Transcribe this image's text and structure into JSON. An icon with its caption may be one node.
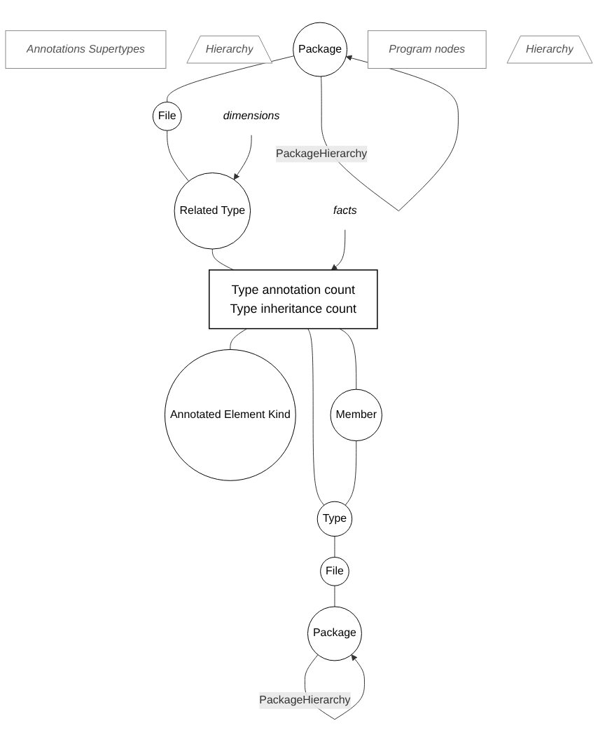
{
  "diagram": {
    "nodes": [
      {
        "text": [
          "Annotations Supertypes"
        ]
      },
      {
        "text": [
          "Hierarchy"
        ]
      },
      {
        "text": [
          "Package"
        ]
      },
      {
        "text": [
          "File"
        ]
      },
      {
        "text": [
          "Related Type"
        ]
      },
      {
        "text": [
          "dimensions"
        ]
      },
      {
        "text": [
          "facts"
        ]
      },
      {
        "text": [
          "Type annotation count",
          "Type inheritance count"
        ]
      },
      {
        "text": [
          "Annotated Element Kind"
        ]
      },
      {
        "text": [
          "Program nodes"
        ]
      },
      {
        "text": [
          "Hierarchy"
        ]
      },
      {
        "text": [
          "Member"
        ]
      },
      {
        "text": [
          "Type"
        ]
      },
      {
        "text": [
          "File"
        ]
      },
      {
        "text": [
          "Package"
        ]
      }
    ],
    "edges": [
      {
        "from": 2,
        "to": 2,
        "arrow": "to",
        "label": "PackageHierarchy"
      },
      {
        "from": 2,
        "to": 3,
        "arrow": "none"
      },
      {
        "from": 3,
        "to": 4,
        "arrow": "none"
      },
      {
        "from": 5,
        "to": 4,
        "arrow": "to"
      },
      {
        "from": 4,
        "to": 7,
        "arrow": "none"
      },
      {
        "from": 6,
        "to": 7,
        "arrow": "to"
      },
      {
        "from": 7,
        "to": 8,
        "arrow": "none"
      },
      {
        "from": 7,
        "to": 11,
        "arrow": "none"
      },
      {
        "from": 7,
        "to": 12,
        "arrow": "none"
      },
      {
        "from": 11,
        "to": 12,
        "arrow": "none"
      },
      {
        "from": 12,
        "to": 13,
        "arrow": "none"
      },
      {
        "from": 13,
        "to": 14,
        "arrow": "none"
      },
      {
        "from": 14,
        "to": 14,
        "arrow": "to",
        "label": "PackageHierarchy"
      }
    ]
  }
}
